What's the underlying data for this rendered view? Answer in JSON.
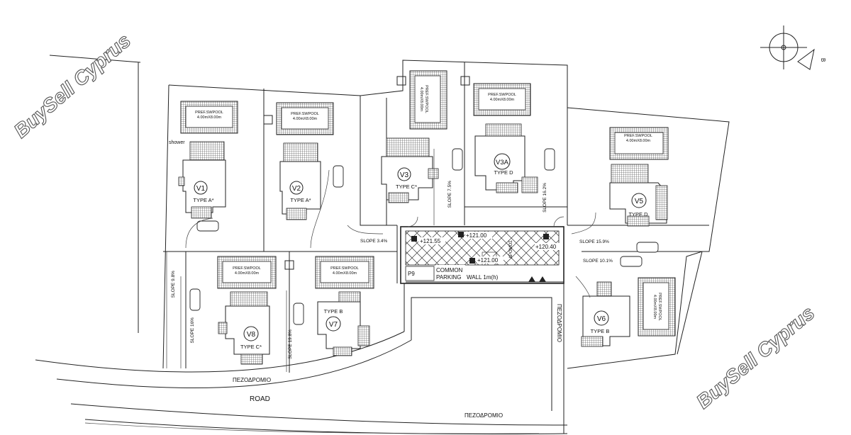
{
  "watermark": "BuySell Cyprus",
  "compass_letter": "B",
  "pool_text": {
    "line1": "PREF.SWPOOL",
    "line2": "4.00mX8.00m"
  },
  "shower_label": "shower",
  "villas": [
    {
      "id": "V1",
      "type": "TYPE A*"
    },
    {
      "id": "V2",
      "type": "TYPE A*"
    },
    {
      "id": "V3",
      "type": "TYPE C*"
    },
    {
      "id": "V3A",
      "type": "TYPE D"
    },
    {
      "id": "V5",
      "type": "TYPE D"
    },
    {
      "id": "V6",
      "type": "TYPE B"
    },
    {
      "id": "V7",
      "type": "TYPE B"
    },
    {
      "id": "V8",
      "type": "TYPE C*"
    }
  ],
  "slopes": [
    "SLOPE 3.4%",
    "SLOPE 7.5%",
    "SLOPE 16.2%",
    "SLOPE 15.9%",
    "SLOPE 10.1%",
    "SLOPE 9.8%",
    "SLOPE 16%",
    "SLOPE 19.8%"
  ],
  "levels": [
    "+121.55",
    "+121.00",
    "+121.00",
    "+120.40"
  ],
  "parking": {
    "space": "P9",
    "common_line1": "COMMON",
    "common_line2": "PARKING",
    "wall": "WALL 1m(h)",
    "vertical": "ΔΡΟΜΟΣ"
  },
  "road_label": "ROAD",
  "footpath_label": "ΠΕΖΟΔΡΟΜΙΟ"
}
